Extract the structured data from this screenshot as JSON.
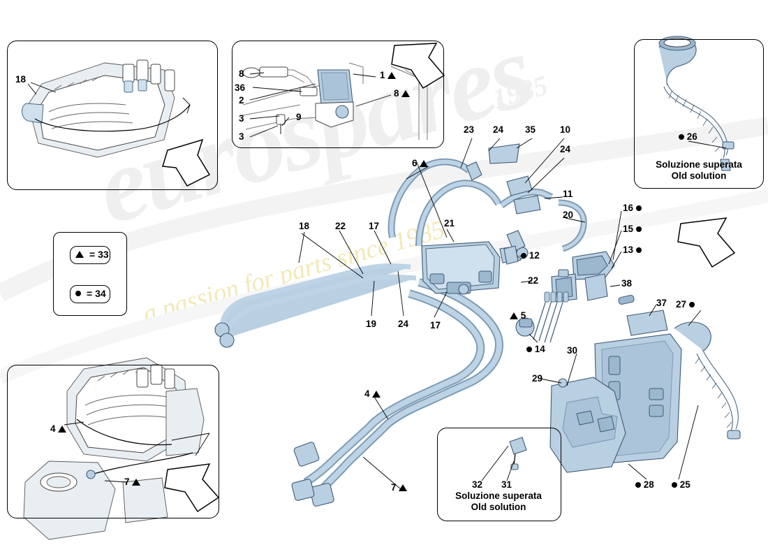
{
  "diagram": {
    "title": "Evaporative emissions control system exploded parts diagram",
    "watermark": {
      "main": "eurospares",
      "tagline": "a passion for parts since 1985",
      "year": "1985"
    },
    "legend": {
      "triangle_label": "= 33",
      "circle_label": "= 34"
    },
    "captions": [
      {
        "id": "caption-top-right",
        "line1": "Soluzione superata",
        "line2": "Old solution"
      },
      {
        "id": "caption-bottom-center",
        "line1": "Soluzione superata",
        "line2": "Old solution"
      }
    ],
    "callouts": [
      {
        "id": "c18a",
        "text": "18"
      },
      {
        "id": "c8a",
        "text": "8"
      },
      {
        "id": "c36",
        "text": "36"
      },
      {
        "id": "c2",
        "text": "2"
      },
      {
        "id": "c3a",
        "text": "3"
      },
      {
        "id": "c3b",
        "text": "3"
      },
      {
        "id": "c9",
        "text": "9"
      },
      {
        "id": "c1",
        "text": "1"
      },
      {
        "id": "c8b",
        "text": "8"
      },
      {
        "id": "c23",
        "text": "23"
      },
      {
        "id": "c24a",
        "text": "24"
      },
      {
        "id": "c35",
        "text": "35"
      },
      {
        "id": "c10",
        "text": "10"
      },
      {
        "id": "c24b",
        "text": "24"
      },
      {
        "id": "c6",
        "text": "6"
      },
      {
        "id": "c11",
        "text": "11"
      },
      {
        "id": "c20",
        "text": "20"
      },
      {
        "id": "c21",
        "text": "21"
      },
      {
        "id": "c16",
        "text": "16"
      },
      {
        "id": "c15",
        "text": "15"
      },
      {
        "id": "c13",
        "text": "13"
      },
      {
        "id": "c12",
        "text": "12"
      },
      {
        "id": "c38",
        "text": "38"
      },
      {
        "id": "c37",
        "text": "37"
      },
      {
        "id": "c27",
        "text": "27"
      },
      {
        "id": "c26",
        "text": "26"
      },
      {
        "id": "c18b",
        "text": "18"
      },
      {
        "id": "c22a",
        "text": "22"
      },
      {
        "id": "c17a",
        "text": "17"
      },
      {
        "id": "c19",
        "text": "19"
      },
      {
        "id": "c24c",
        "text": "24"
      },
      {
        "id": "c17b",
        "text": "17"
      },
      {
        "id": "c22b",
        "text": "22"
      },
      {
        "id": "c5",
        "text": "5"
      },
      {
        "id": "c14",
        "text": "14"
      },
      {
        "id": "c30",
        "text": "30"
      },
      {
        "id": "c29",
        "text": "29"
      },
      {
        "id": "c28",
        "text": "28"
      },
      {
        "id": "c25",
        "text": "25"
      },
      {
        "id": "c4a",
        "text": "4"
      },
      {
        "id": "c4b",
        "text": "4"
      },
      {
        "id": "c7a",
        "text": "7"
      },
      {
        "id": "c7b",
        "text": "7"
      },
      {
        "id": "c32",
        "text": "32"
      },
      {
        "id": "c31",
        "text": "31"
      }
    ]
  }
}
